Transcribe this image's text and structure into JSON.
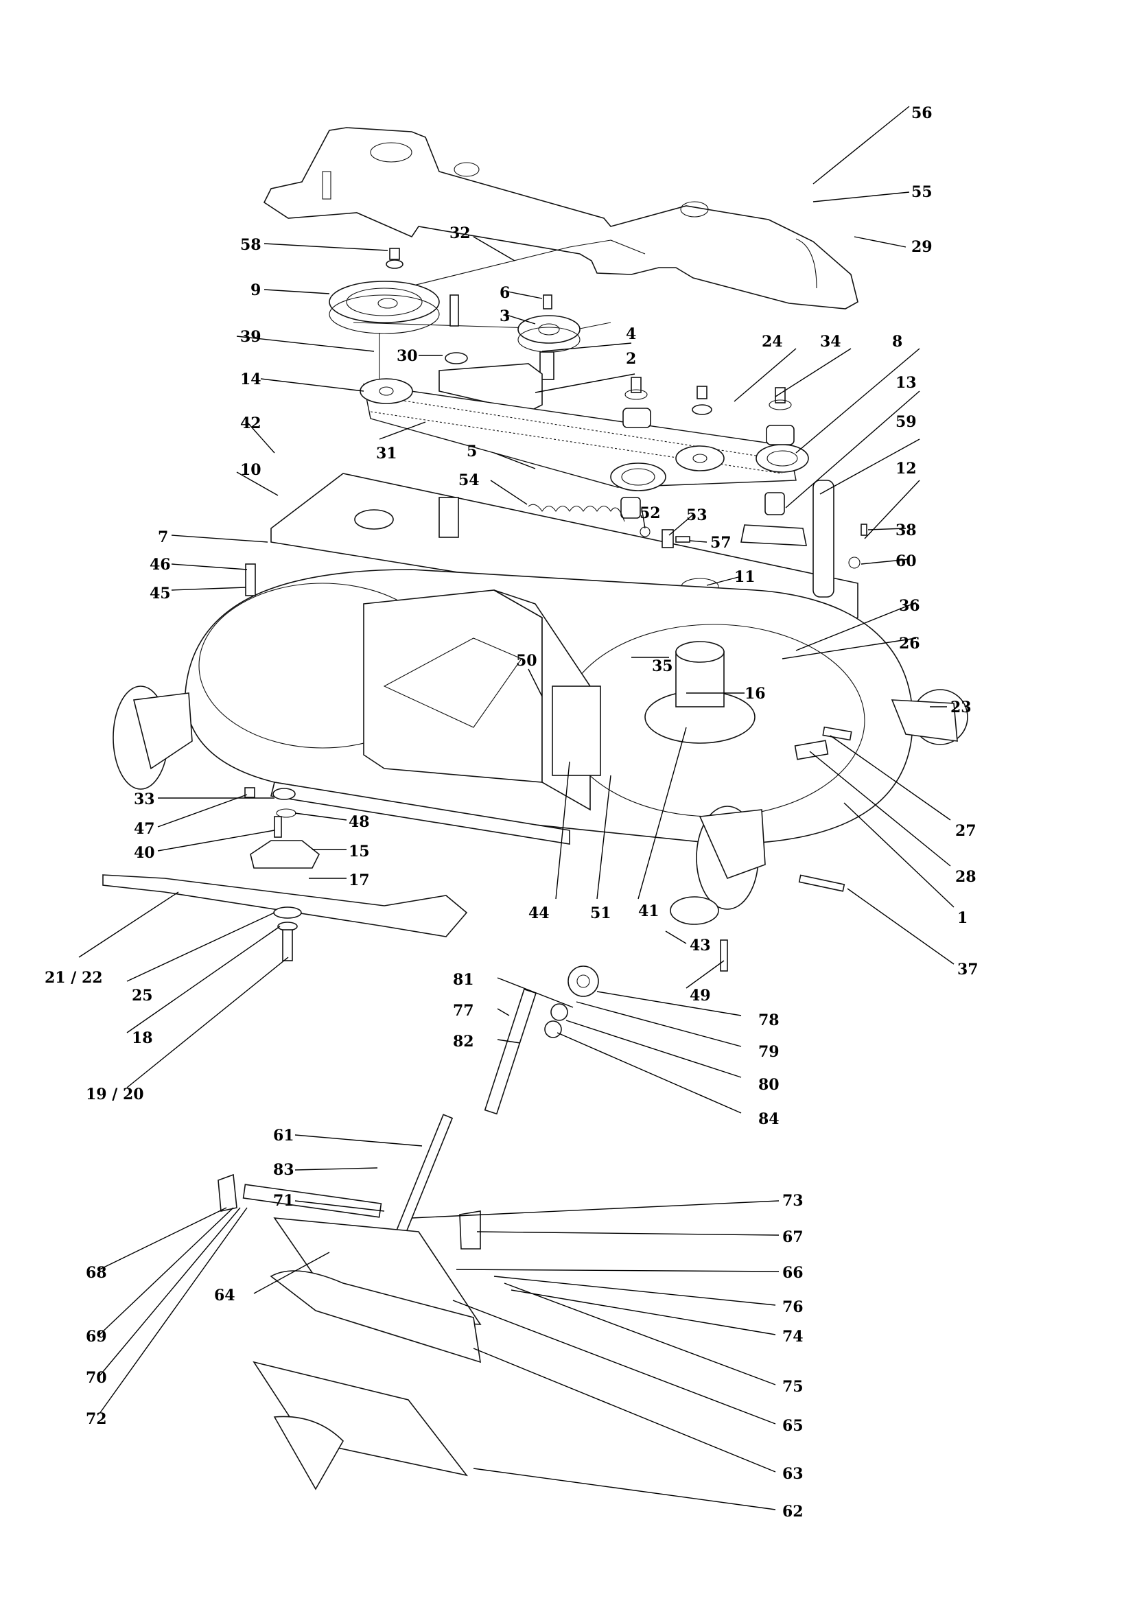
{
  "title": "Mower deck exploded parts diagram",
  "callouts": [
    {
      "id": "56",
      "text": "56"
    },
    {
      "id": "55",
      "text": "55"
    },
    {
      "id": "29",
      "text": "29"
    },
    {
      "id": "32",
      "text": "32"
    },
    {
      "id": "58",
      "text": "58"
    },
    {
      "id": "9",
      "text": "9"
    },
    {
      "id": "6",
      "text": "6"
    },
    {
      "id": "3",
      "text": "3"
    },
    {
      "id": "39",
      "text": "39"
    },
    {
      "id": "30",
      "text": "30"
    },
    {
      "id": "4",
      "text": "4"
    },
    {
      "id": "2",
      "text": "2"
    },
    {
      "id": "24",
      "text": "24"
    },
    {
      "id": "34",
      "text": "34"
    },
    {
      "id": "8",
      "text": "8"
    },
    {
      "id": "13",
      "text": "13"
    },
    {
      "id": "14",
      "text": "14"
    },
    {
      "id": "31",
      "text": "31"
    },
    {
      "id": "42",
      "text": "42"
    },
    {
      "id": "5",
      "text": "5"
    },
    {
      "id": "59",
      "text": "59"
    },
    {
      "id": "12",
      "text": "12"
    },
    {
      "id": "10",
      "text": "10"
    },
    {
      "id": "54",
      "text": "54"
    },
    {
      "id": "52",
      "text": "52"
    },
    {
      "id": "53",
      "text": "53"
    },
    {
      "id": "38",
      "text": "38"
    },
    {
      "id": "7",
      "text": "7"
    },
    {
      "id": "57",
      "text": "57"
    },
    {
      "id": "46",
      "text": "46"
    },
    {
      "id": "60",
      "text": "60"
    },
    {
      "id": "45",
      "text": "45"
    },
    {
      "id": "11",
      "text": "11"
    },
    {
      "id": "36",
      "text": "36"
    },
    {
      "id": "35",
      "text": "35"
    },
    {
      "id": "26",
      "text": "26"
    },
    {
      "id": "50",
      "text": "50"
    },
    {
      "id": "16",
      "text": "16"
    },
    {
      "id": "23",
      "text": "23"
    },
    {
      "id": "33",
      "text": "33"
    },
    {
      "id": "47",
      "text": "47"
    },
    {
      "id": "48",
      "text": "48"
    },
    {
      "id": "27",
      "text": "27"
    },
    {
      "id": "40",
      "text": "40"
    },
    {
      "id": "15",
      "text": "15"
    },
    {
      "id": "28",
      "text": "28"
    },
    {
      "id": "17",
      "text": "17"
    },
    {
      "id": "44",
      "text": "44"
    },
    {
      "id": "51",
      "text": "51"
    },
    {
      "id": "41",
      "text": "41"
    },
    {
      "id": "1",
      "text": "1"
    },
    {
      "id": "43",
      "text": "43"
    },
    {
      "id": "21_22",
      "text": "21 / 22"
    },
    {
      "id": "25",
      "text": "25"
    },
    {
      "id": "37",
      "text": "37"
    },
    {
      "id": "49",
      "text": "49"
    },
    {
      "id": "18",
      "text": "18"
    },
    {
      "id": "78",
      "text": "78"
    },
    {
      "id": "81",
      "text": "81"
    },
    {
      "id": "79",
      "text": "79"
    },
    {
      "id": "77",
      "text": "77"
    },
    {
      "id": "19_20",
      "text": "19 / 20"
    },
    {
      "id": "82",
      "text": "82"
    },
    {
      "id": "80",
      "text": "80"
    },
    {
      "id": "84",
      "text": "84"
    },
    {
      "id": "61",
      "text": "61"
    },
    {
      "id": "83",
      "text": "83"
    },
    {
      "id": "71",
      "text": "71"
    },
    {
      "id": "73",
      "text": "73"
    },
    {
      "id": "67",
      "text": "67"
    },
    {
      "id": "68",
      "text": "68"
    },
    {
      "id": "66",
      "text": "66"
    },
    {
      "id": "64",
      "text": "64"
    },
    {
      "id": "76",
      "text": "76"
    },
    {
      "id": "69",
      "text": "69"
    },
    {
      "id": "74",
      "text": "74"
    },
    {
      "id": "70",
      "text": "70"
    },
    {
      "id": "75",
      "text": "75"
    },
    {
      "id": "65",
      "text": "65"
    },
    {
      "id": "72",
      "text": "72"
    },
    {
      "id": "63",
      "text": "63"
    },
    {
      "id": "62",
      "text": "62"
    }
  ],
  "parts": {
    "cover": "belt-cover",
    "deck": "mower-deck-housing",
    "blade": "cutting-blade",
    "chute": "discharge-chute"
  }
}
